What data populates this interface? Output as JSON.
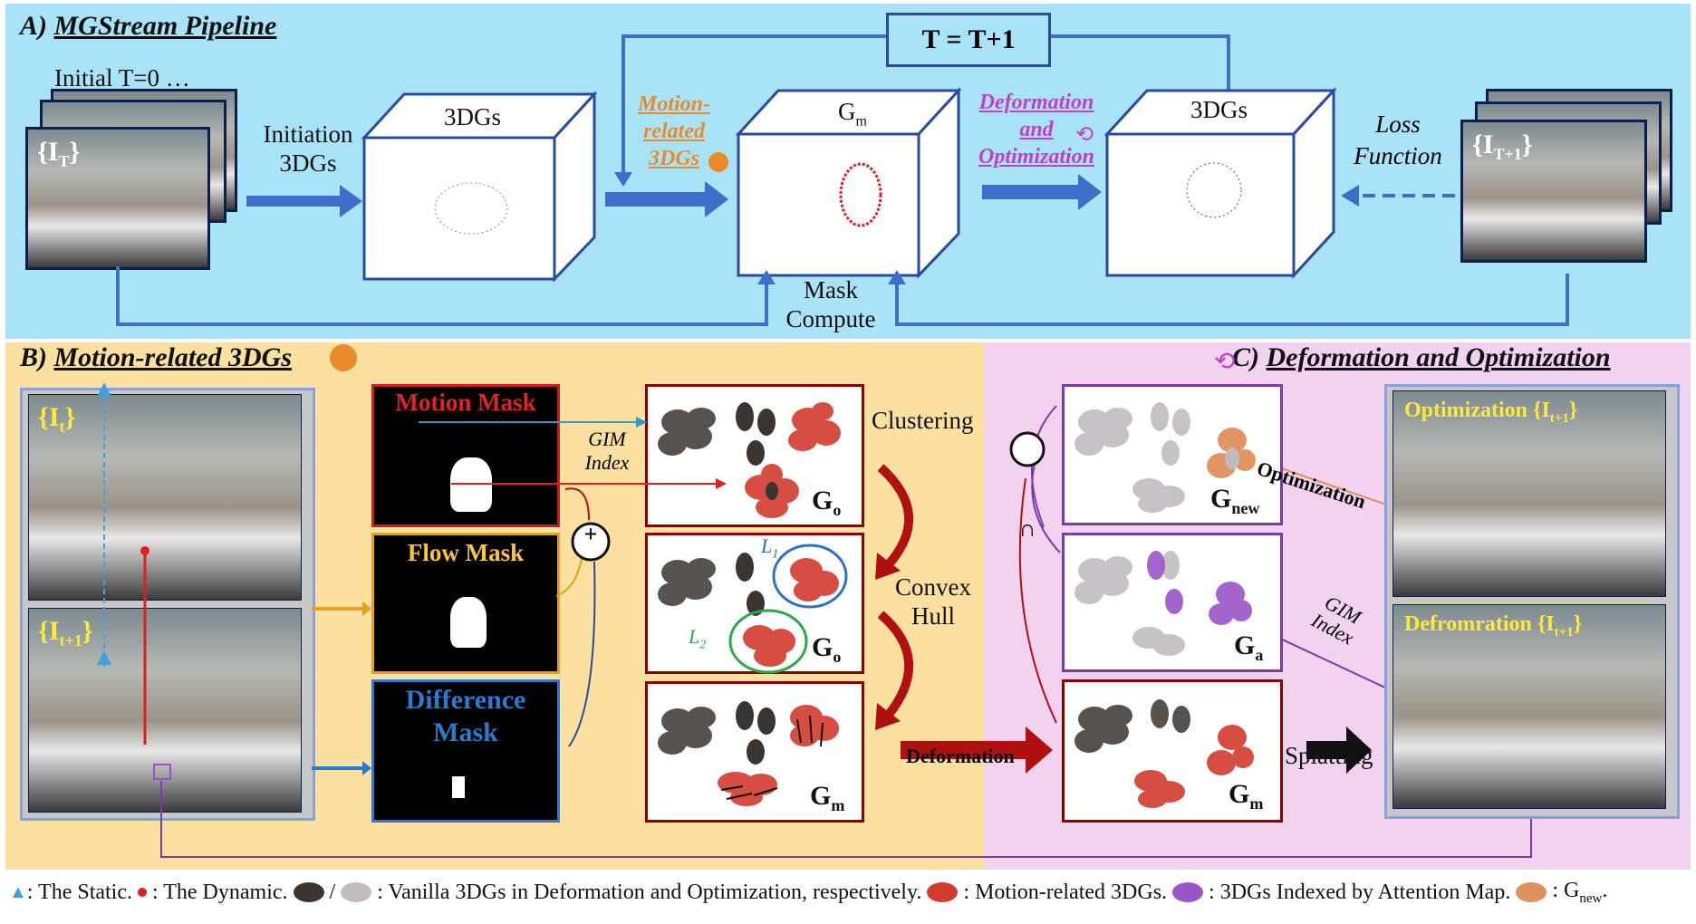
{
  "colors": {
    "panel_a": "#a9e3f7",
    "panel_b": "#fbe0a0",
    "panel_c": "#f1d3ef",
    "arrow_blue": "#3b6fc9",
    "dark_red": "#b01010",
    "motion_orange": "#e98a2c",
    "deform_magenta": "#c43ec9",
    "dark_gauss": "#3a3530",
    "light_gauss": "#c0bcc0",
    "red_gauss": "#d23b2d",
    "purple_gauss": "#9a55c8",
    "orange_gauss": "#e0905a"
  },
  "panel_a": {
    "title_prefix": "A)",
    "title": "MGStream Pipeline",
    "initial_text": "Initial T=0 …",
    "input_label": "{I",
    "input_sub": "T",
    "input_close": "}",
    "initiation": [
      "Initiation",
      "3DGs"
    ],
    "cube1_label": "3DGs",
    "motion_related": [
      "Motion-",
      "related",
      "3DGs"
    ],
    "cube2_label": "G",
    "cube2_sub": "m",
    "deform_opt": [
      "Deformation",
      "and",
      "Optimization"
    ],
    "cube3_label": "3DGs",
    "loss": [
      "Loss",
      "Function"
    ],
    "input2_label": "{I",
    "input2_sub": "T+1",
    "input2_close": "}",
    "t_update": "T = T+1",
    "mask_compute": [
      "Mask",
      "Compute"
    ]
  },
  "panel_b": {
    "title_prefix": "B)",
    "title": "Motion-related 3DGs",
    "frame_top": "{I",
    "frame_top_sub": "t",
    "frame_bottom": "{I",
    "frame_bottom_sub": "t+1",
    "frame_close": "}",
    "motion_mask": "Motion Mask",
    "flow_mask": "Flow Mask",
    "difference_mask": [
      "Difference",
      "Mask"
    ],
    "gim_index": [
      "GIM",
      "Index"
    ],
    "plus": "+",
    "clustering": "Clustering",
    "convex_hull": [
      "Convex",
      "Hull"
    ],
    "g_o": "G",
    "g_o_sub": "o",
    "g_m": "G",
    "g_m_sub": "m",
    "l1": "L",
    "l1_sub": "1",
    "l2": "L",
    "l2_sub": "2",
    "deformation": "Deformation"
  },
  "panel_c": {
    "title_prefix": "C)",
    "title": "Deformation and Optimization",
    "g_new": "G",
    "g_new_sub": "new",
    "g_a": "G",
    "g_a_sub": "a",
    "g_m": "G",
    "g_m_sub": "m",
    "intersect": "∩",
    "optimization_arrow": "Optimization",
    "gim_index": [
      "GIM",
      "Index"
    ],
    "splatting": "Splatting",
    "opt_frame": "Optimization {I",
    "opt_frame_sub": "t+1",
    "def_frame": "Defromration {I",
    "def_frame_sub": "t+1",
    "frame_close": "}"
  },
  "legend": {
    "static": ": The Static.",
    "dynamic": ": The Dynamic.",
    "slash": "/",
    "vanilla": ": Vanilla 3DGs in Deformation and Optimization, respectively.",
    "motion": ": Motion-related 3DGs.",
    "attention": ": 3DGs Indexed by Attention Map.",
    "gnew": ": G",
    "gnew_sub": "new",
    "gnew_end": "."
  }
}
